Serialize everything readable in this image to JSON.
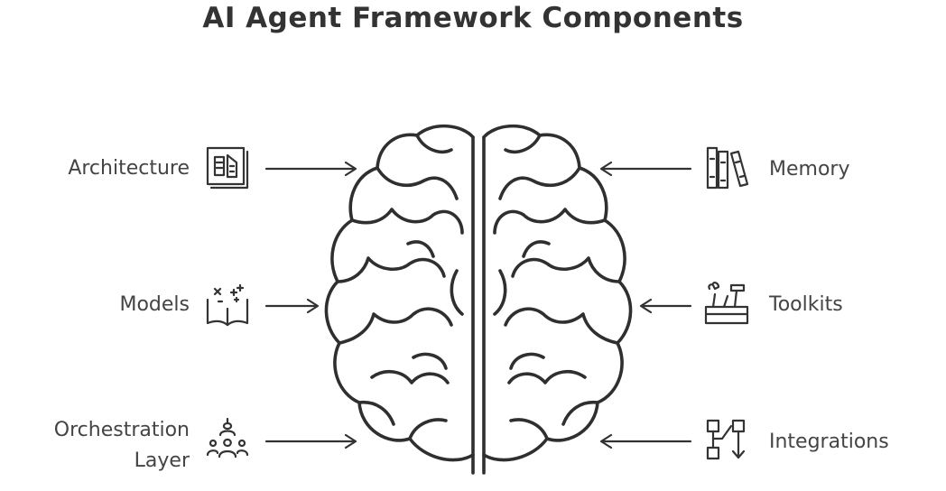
{
  "title": "AI Agent Framework Components",
  "components": {
    "architecture": "Architecture",
    "models": "Models",
    "orchestration_line1": "Orchestration",
    "orchestration_line2": "Layer",
    "memory": "Memory",
    "toolkits": "Toolkits",
    "integrations": "Integrations"
  },
  "icons": {
    "architecture": "blueprint-icon",
    "models": "open-book-math-icon",
    "orchestration": "team-hierarchy-icon",
    "memory": "books-icon",
    "toolkits": "toolbox-icon",
    "integrations": "flow-nodes-icon",
    "center": "brain-icon"
  }
}
